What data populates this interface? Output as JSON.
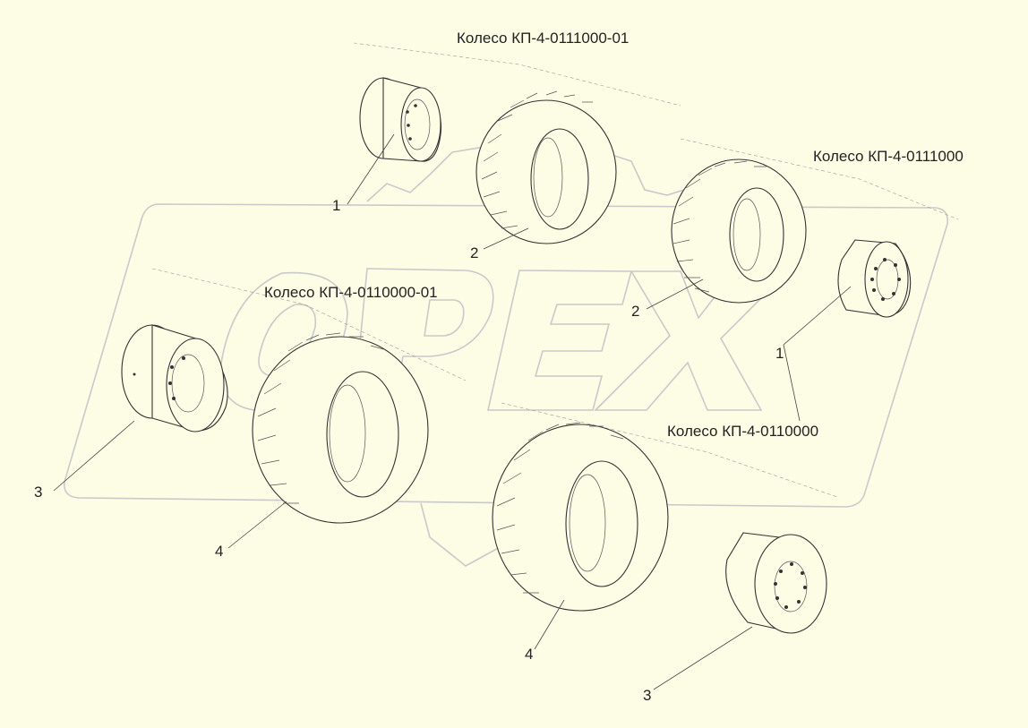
{
  "assemblies": [
    {
      "name": "Колесо КП-4-0111000-01"
    },
    {
      "name": "Колесо КП-4-0111000"
    },
    {
      "name": "Колесо КП-4-0110000-01"
    },
    {
      "name": "Колесо КП-4-0110000"
    }
  ],
  "callouts": [
    "1",
    "2",
    "1",
    "2",
    "3",
    "4",
    "4",
    "3"
  ],
  "watermark": {
    "icon": "opex-logo-watermark",
    "color": "#c9c9c9"
  },
  "colors": {
    "background": "#fdfde6",
    "line": "#333333"
  }
}
